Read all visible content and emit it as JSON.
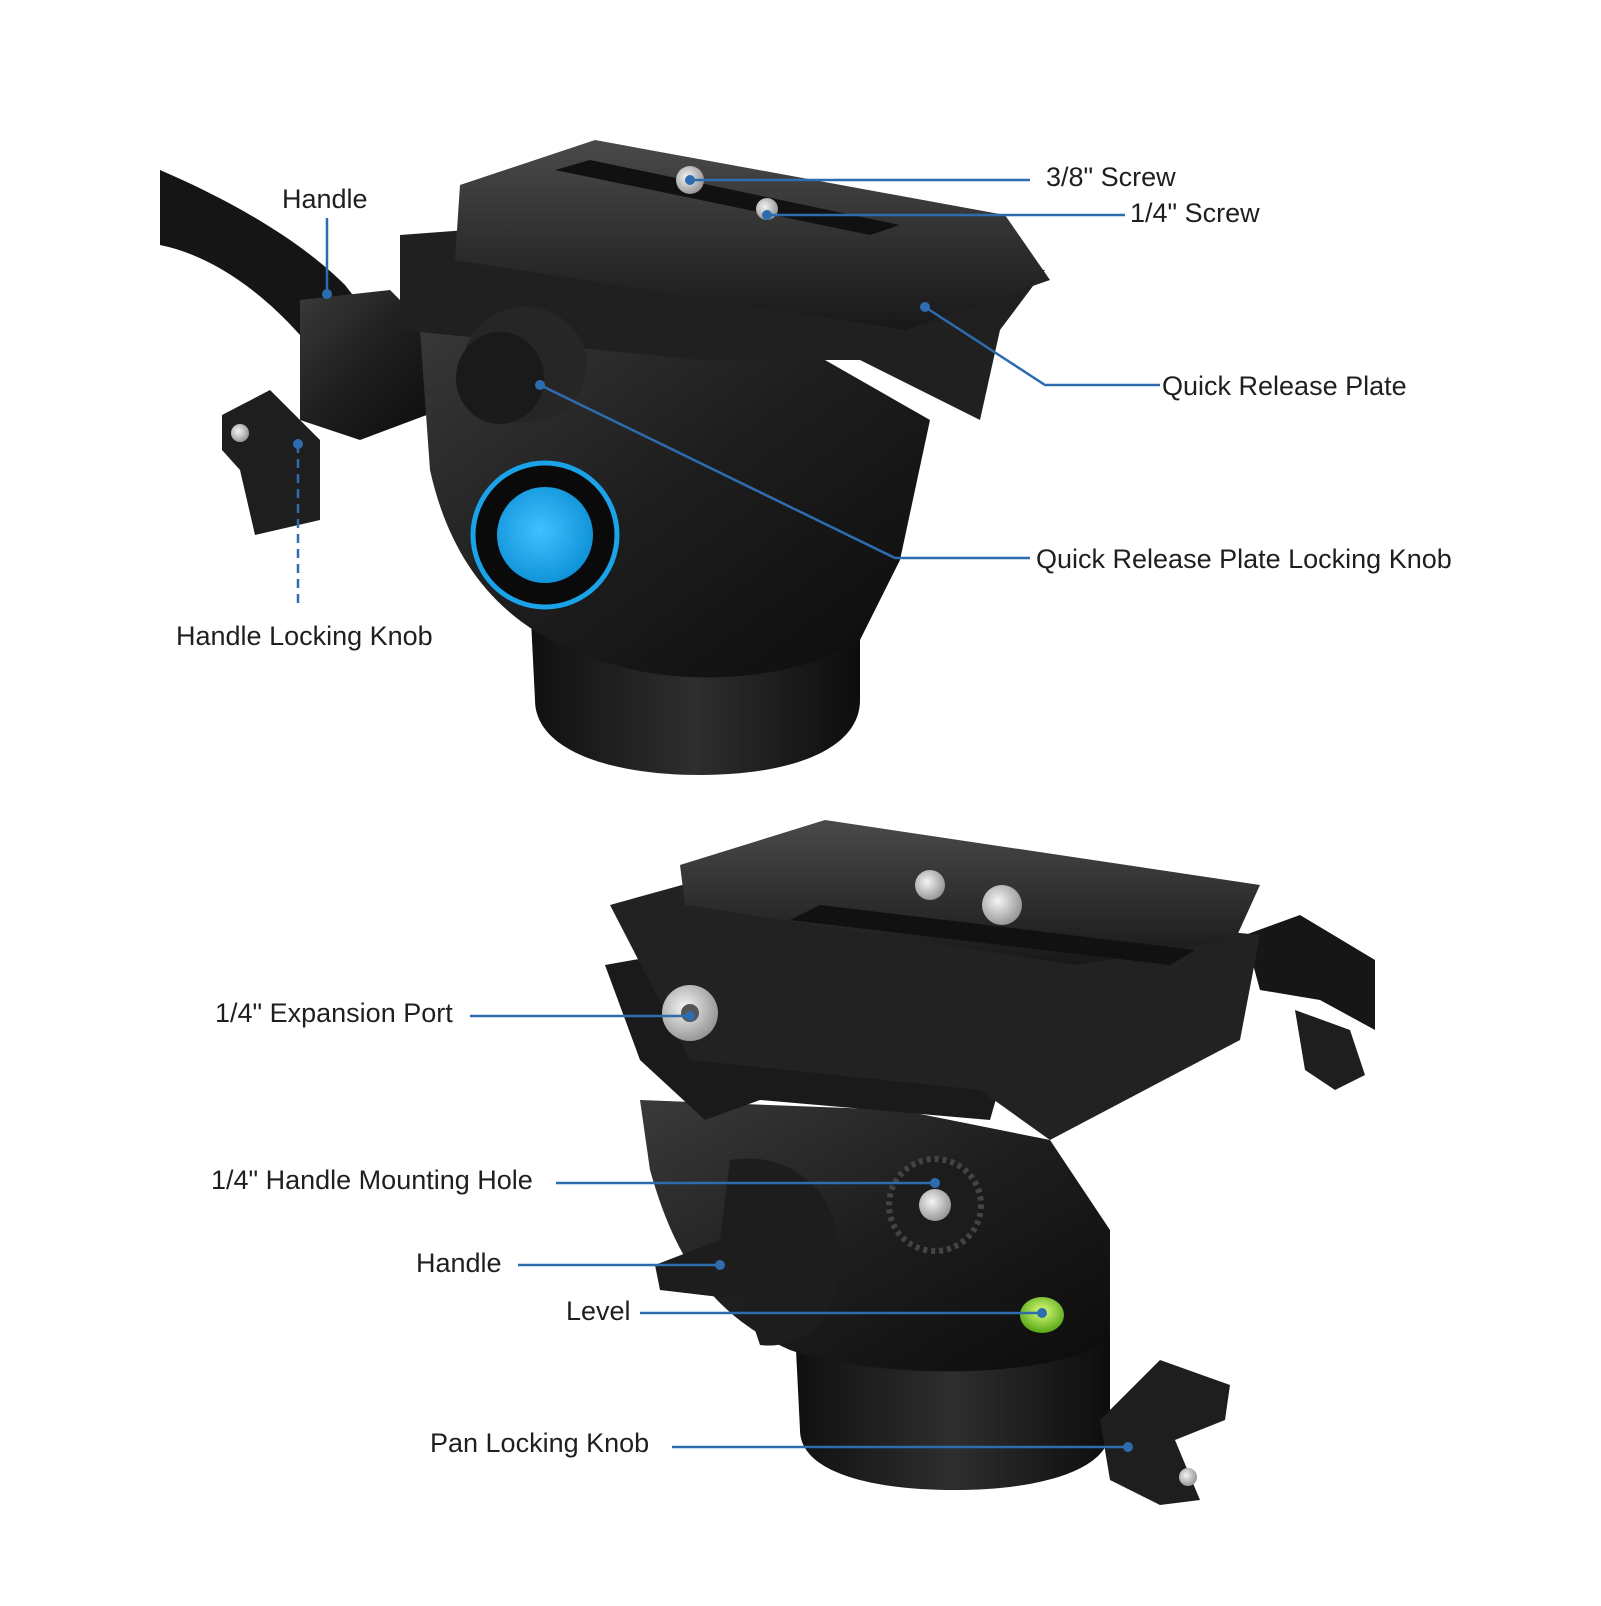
{
  "top_view": {
    "labels": {
      "handle": "Handle",
      "handle_locking_knob": "Handle Locking Knob",
      "screw_38": "3/8\" Screw",
      "screw_14": "1/4\" Screw",
      "quick_release_plate": "Quick Release Plate",
      "plate_locking_knob": "Quick Release Plate Locking Knob"
    }
  },
  "bottom_view": {
    "labels": {
      "expansion_port": "1/4\" Expansion Port",
      "handle_mounting_hole": "1/4\" Handle Mounting Hole",
      "handle": "Handle",
      "level": "Level",
      "pan_locking_knob": "Pan Locking Knob"
    }
  },
  "colors": {
    "leader_line": "#2e6cb0",
    "accent_blue": "#1aa3e8",
    "body_black": "#1b1b1b",
    "bubble_level": "#7fd321"
  }
}
